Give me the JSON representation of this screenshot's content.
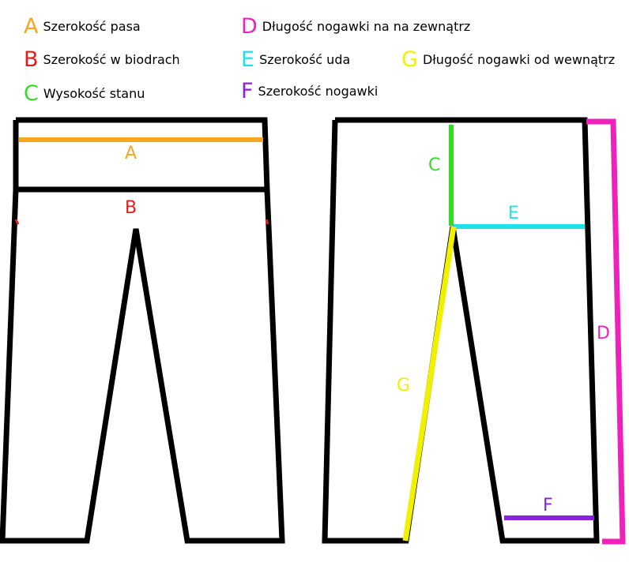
{
  "legend": [
    {
      "key": "A",
      "text": "Szerokość pasa",
      "color": "#f5a623"
    },
    {
      "key": "B",
      "text": "Szerokość w biodrach",
      "color": "#e01e1e"
    },
    {
      "key": "C",
      "text": "Wysokość stanu",
      "color": "#33dd22"
    },
    {
      "key": "D",
      "text": "Długość nogawki na na zewnątrz",
      "color": "#ee22bb"
    },
    {
      "key": "E",
      "text": "Szerokość uda",
      "color": "#22e0e8"
    },
    {
      "key": "F",
      "text": "Szerokość nogawki",
      "color": "#8822dd"
    },
    {
      "key": "G",
      "text": "Długość nogawki od wewnątrz",
      "color": "#f0f000"
    }
  ],
  "diagram_labels": {
    "a": "A",
    "b": "B",
    "c": "C",
    "d": "D",
    "e": "E",
    "f": "F",
    "g": "G"
  }
}
